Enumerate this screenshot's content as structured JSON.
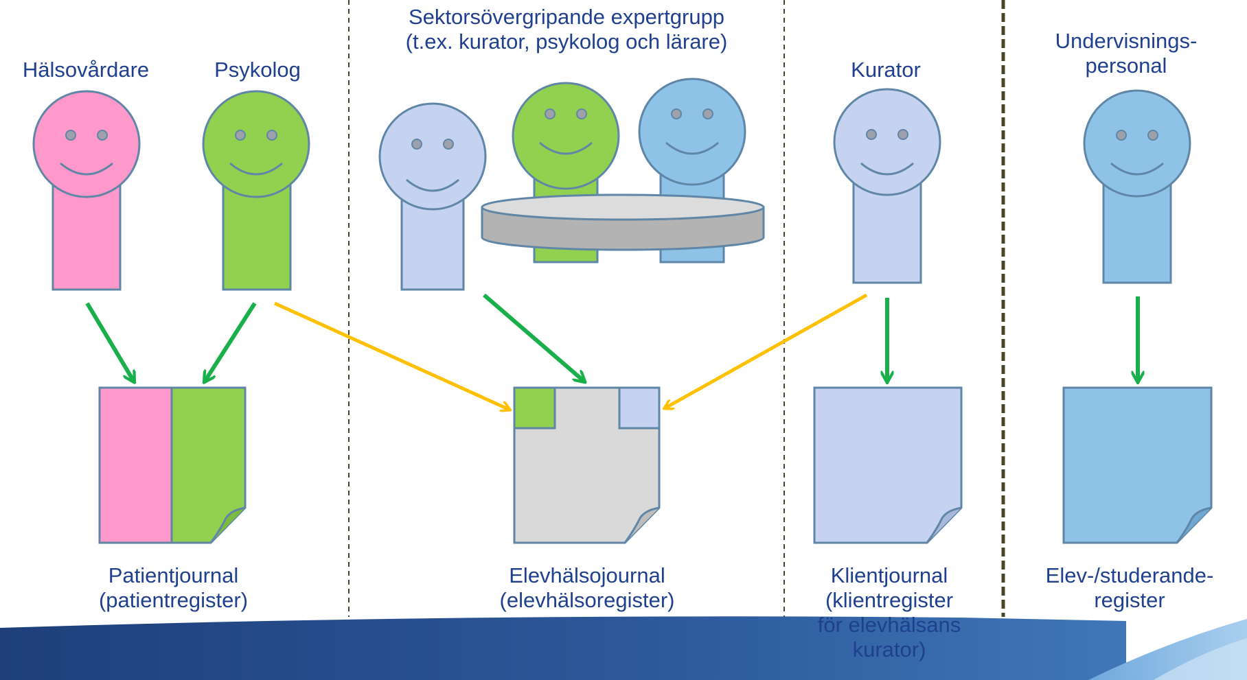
{
  "roles": {
    "health_nurse": "Hälsovårdare",
    "psychologist": "Psykolog",
    "expert_group": "Sektorsövergripande expertgrupp\n(t.ex. kurator, psykolog och lärare)",
    "curator": "Kurator",
    "teaching_staff": "Undervisnings-\npersonal"
  },
  "registers": {
    "patient": "Patientjournal\n(patientregister)",
    "student_welfare": "Elevhälsojournal\n(elevhälsoregister)",
    "client": "Klientjournal\n(klientregister\nför elevhälsans\nkurator)",
    "student": "Elev-/studerande-\nregister"
  },
  "colors": {
    "pink": "#FF99CC",
    "green": "#92D050",
    "lavender": "#C5D3F0",
    "blue": "#8EC2E6",
    "gray": "#D9D9D9",
    "outline": "#5F86A6",
    "arrow_green": "#19B04B",
    "arrow_yellow": "#FFC000",
    "text": "#1F3F8F"
  }
}
